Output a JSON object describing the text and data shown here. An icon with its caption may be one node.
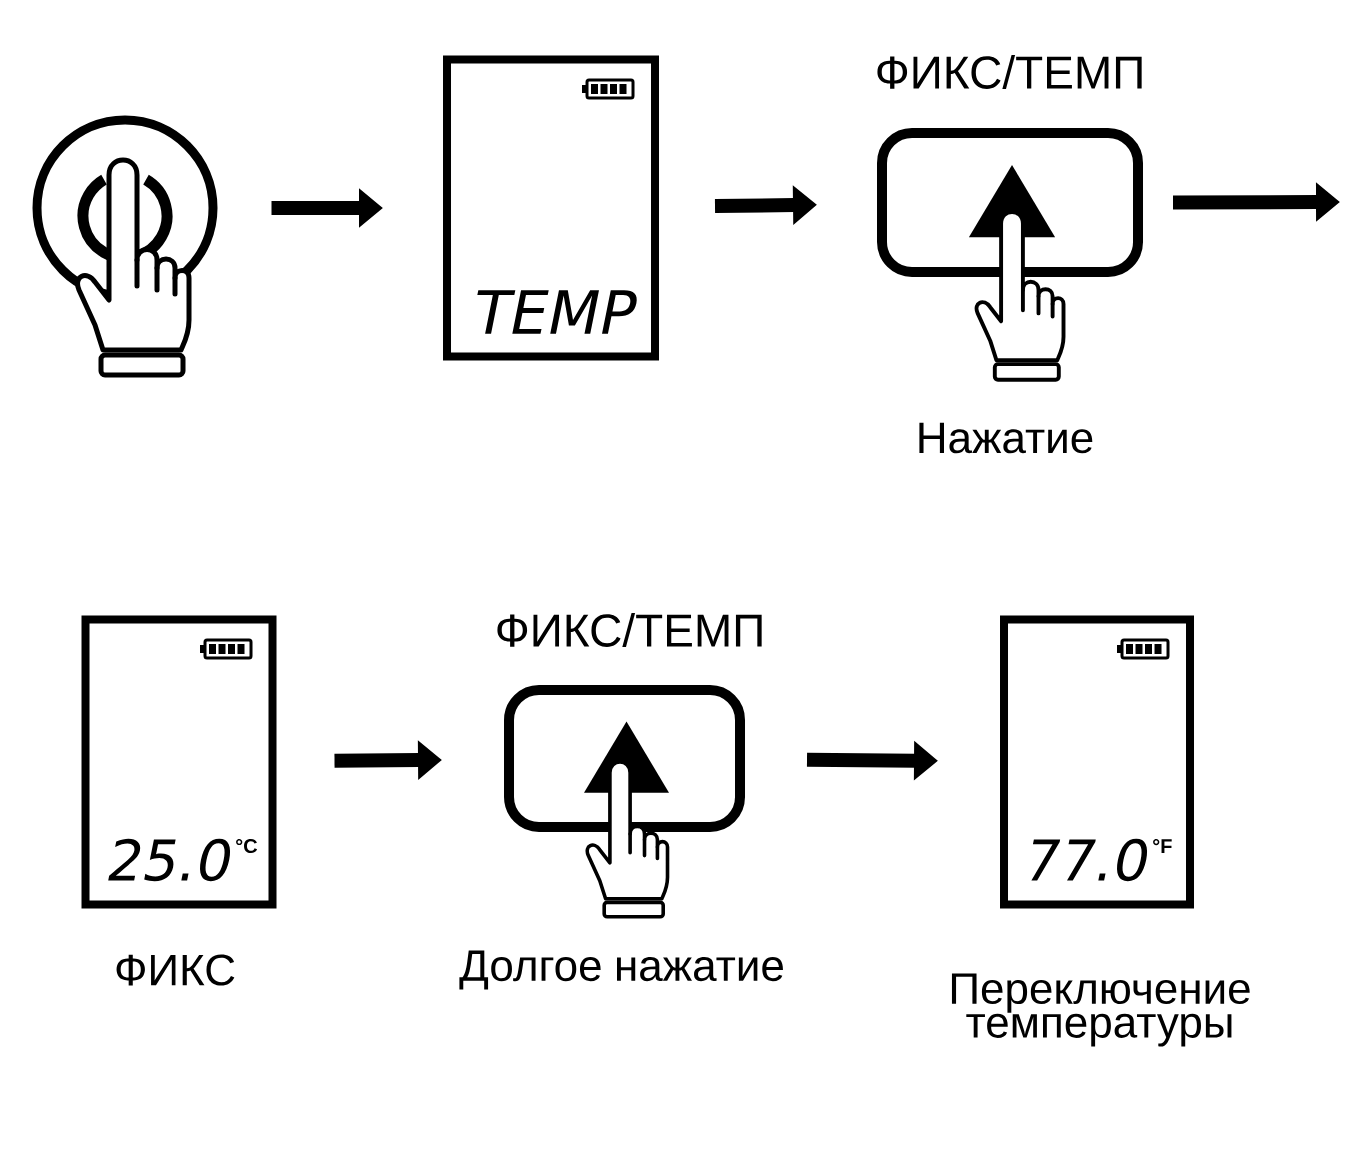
{
  "diagram": {
    "nodes": [
      {
        "text": [],
        "shape": "circle"
      },
      {
        "text": [
          "TEMP"
        ]
      },
      {
        "text": [
          "ФИКС/ТЕМП"
        ],
        "beside": [
          "Нажатие"
        ]
      },
      {
        "text": [
          "25.0",
          "°C"
        ],
        "beside": [
          "ФИКС"
        ]
      },
      {
        "text": [
          "ФИКС/ТЕМП"
        ],
        "beside": [
          "Долгое нажатие"
        ]
      },
      {
        "text": [
          "77.0",
          "°F"
        ],
        "beside": [
          "Переключение температуры"
        ]
      }
    ],
    "edges": [
      {
        "from": 0,
        "to": 1,
        "arrow": "to"
      },
      {
        "from": 1,
        "to": 2,
        "arrow": "to"
      },
      {
        "from": 2,
        "to": null,
        "arrow": "to"
      },
      {
        "from": 3,
        "to": 4,
        "arrow": "to"
      },
      {
        "from": 4,
        "to": 5,
        "arrow": "to"
      }
    ]
  }
}
